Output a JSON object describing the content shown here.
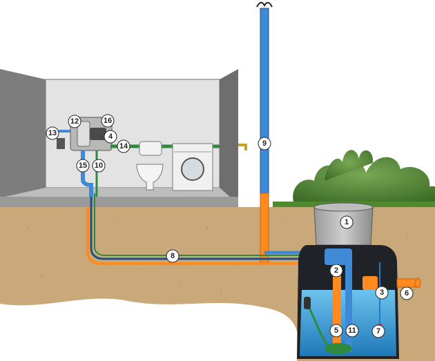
{
  "diagram": {
    "callouts": [
      {
        "id": "c1",
        "label": "1"
      },
      {
        "id": "c2",
        "label": "2"
      },
      {
        "id": "c3",
        "label": "3"
      },
      {
        "id": "c4",
        "label": "4"
      },
      {
        "id": "c5",
        "label": "5"
      },
      {
        "id": "c6",
        "label": "6"
      },
      {
        "id": "c7",
        "label": "7"
      },
      {
        "id": "c8",
        "label": "8"
      },
      {
        "id": "c9",
        "label": "9"
      },
      {
        "id": "c10",
        "label": "10"
      },
      {
        "id": "c11",
        "label": "11"
      },
      {
        "id": "c12",
        "label": "12"
      },
      {
        "id": "c13",
        "label": "13"
      },
      {
        "id": "c14",
        "label": "14"
      },
      {
        "id": "c15",
        "label": "15"
      },
      {
        "id": "c16",
        "label": "16"
      }
    ],
    "colors": {
      "soil": "#c9a97a",
      "soil_dark": "#b08f60",
      "wall": "#7d7d7d",
      "wall_inner": "#d4d4d4",
      "rainwater_pipe": "#3f8ad6",
      "drain_pipe": "#ff8a1f",
      "green_line": "#2e8a3e",
      "tank_body": "#1f2327",
      "water": "#3aa0dc",
      "grass": "#4f8a2f",
      "shrub": "#5c8f3c"
    }
  }
}
